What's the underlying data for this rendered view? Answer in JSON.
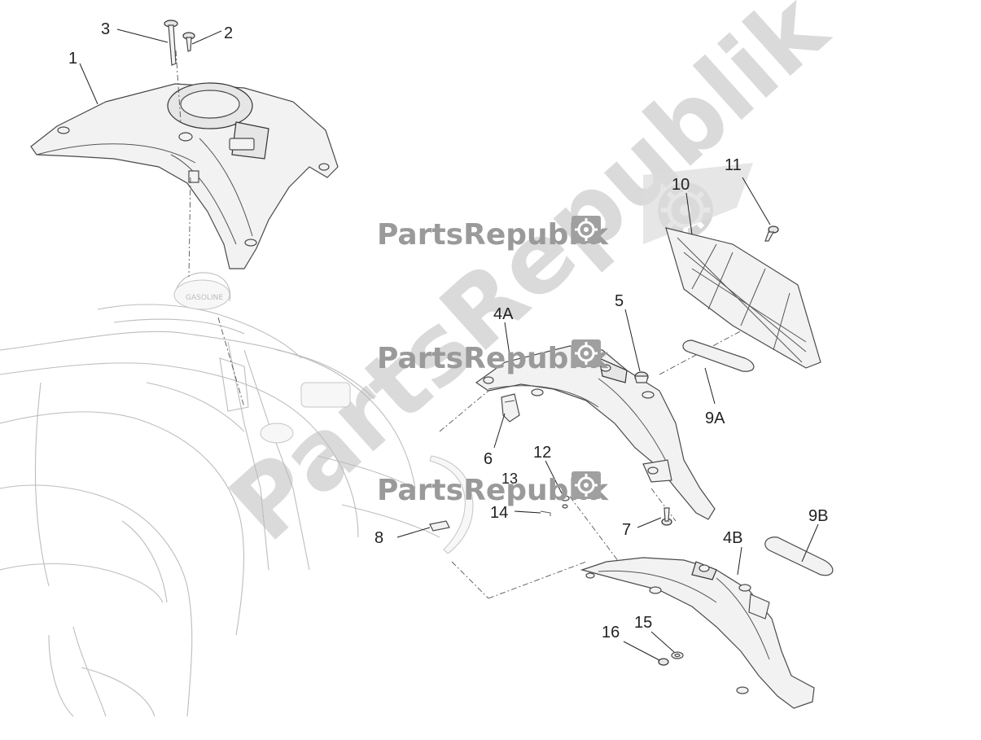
{
  "watermark": {
    "text": "PartsRepublik",
    "gear_icon": "gear-icon"
  },
  "callouts": {
    "c1": "1",
    "c2": "2",
    "c3": "3",
    "c4a": "4A",
    "c4b": "4B",
    "c5": "5",
    "c6": "6",
    "c7": "7",
    "c8": "8",
    "c9a": "9A",
    "c9b": "9B",
    "c10": "10",
    "c11": "11",
    "c12": "12",
    "c13": "13",
    "c14": "14",
    "c15": "15",
    "c16": "16"
  },
  "colors": {
    "line": "#4a4a4a",
    "ghost": "#bdbdbd",
    "watermark": "#9a9a9a"
  }
}
